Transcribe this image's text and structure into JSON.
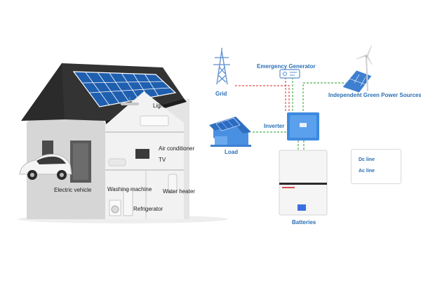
{
  "house": {
    "labels": {
      "lights": "Lights",
      "air_conditioner": "Air conditioner",
      "tv": "TV",
      "electric_vehicle": "Electric vehicle",
      "washing_machine": "Washing machine",
      "water_heater": "Water heater",
      "refrigerator": "Refrigerator"
    }
  },
  "system": {
    "grid": "Grid",
    "emergency_generator": "Emergency Generator",
    "green_sources": "Independent Green Power Sources",
    "inverter": "Inverter",
    "load": "Load",
    "batteries": "Batteries"
  },
  "legend": {
    "dc": "Dc line",
    "ac": "Ac line"
  },
  "colors": {
    "dc_line": "#e05050",
    "ac_line": "#4caf50",
    "label_blue": "#2a6fb5",
    "panel_blue": "#1f5fb0",
    "roof_dark": "#2b2b2b"
  }
}
